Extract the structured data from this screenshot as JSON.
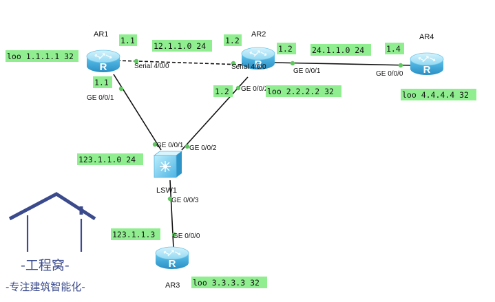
{
  "devices": {
    "ar1": {
      "name": "AR1"
    },
    "ar2": {
      "name": "AR2"
    },
    "ar3": {
      "name": "AR3"
    },
    "ar4": {
      "name": "AR4"
    },
    "lsw1": {
      "name": "LSW1"
    }
  },
  "labels": {
    "ar1_loopback": "loo 1.1.1.1 32",
    "ar1_serial_ip": "1.1",
    "ar1_ge_ip": "1.1",
    "net_12": "12.1.1.0 24",
    "ar2_serial_ip": "1.2",
    "ar2_ge001_ip": "1.2",
    "ar2_ge002_ip": "1.2",
    "net_24": "24.1.1.0 24",
    "ar4_ip": "1.4",
    "ar2_loopback": "loo 2.2.2.2 32",
    "ar4_loopback": "loo 4.4.4.4 32",
    "net_123": "123.1.1.0 24",
    "ar3_ip": "123.1.1.3",
    "ar3_loopback": "loo 3.3.3.3 32"
  },
  "ports": {
    "ar1_serial": "Serial 4/0/0",
    "ar2_serial": "Serial 4/0/0",
    "ar1_ge": "GE 0/0/1",
    "ar2_ge001": "GE 0/0/1",
    "ar2_ge002": "GE 0/0/2",
    "ar4_ge": "GE 0/0/0",
    "lsw_ge1": "GE 0/0/1",
    "lsw_ge2": "GE 0/0/2",
    "lsw_ge3": "GE 0/0/3",
    "ar3_ge": "GE 0/0/0"
  },
  "logo": {
    "title": "-工程窝-",
    "subtitle": "-专注建筑智能化-"
  },
  "colors": {
    "label_bg": "#90ee90",
    "router_top": "#a8e6f7",
    "router_side": "#3aa8d8",
    "link": "#111111",
    "port_dot": "#5ec85e",
    "logo": "#3a4a8c"
  }
}
